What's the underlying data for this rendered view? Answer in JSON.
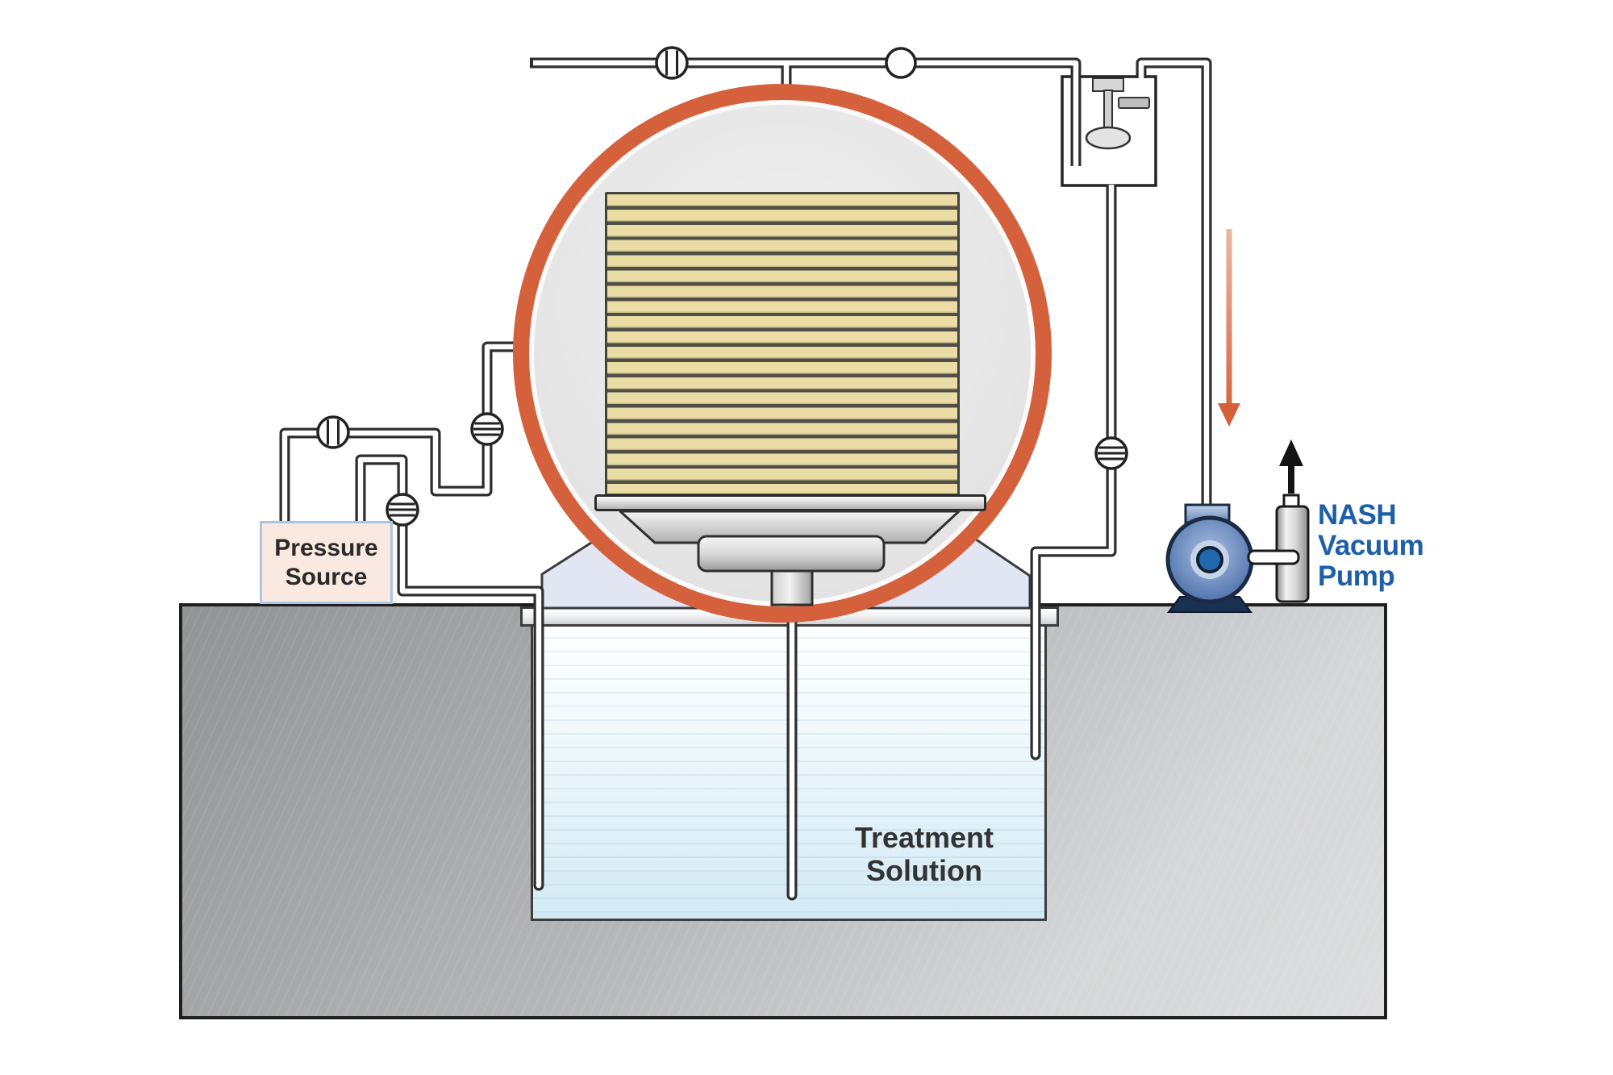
{
  "title": "Vacuum-pressure wood treatment system with NASH vacuum pump",
  "labels": {
    "pressure_source": {
      "line1": "Pressure",
      "line2": "Source"
    },
    "treatment_solution": {
      "line1": "Treatment",
      "line2": "Solution"
    },
    "nash_pump": {
      "line1": "NASH",
      "line2": "Vacuum",
      "line3": "Pump"
    }
  },
  "colors": {
    "chamber_ring_orange": "#d4613c",
    "pump_body_blue": "#5a7cb2",
    "pump_hub_blue": "#2268b0",
    "nash_label_blue": "#1e5fa9",
    "hood_lavender": "#e2e6f3",
    "wood_slat_tan": "#e9dca4",
    "solution_light_blue": "#d3eaf4",
    "pressure_box_fill": "#fae9e0",
    "pressure_box_border": "#a9c6e2",
    "ground_gray": "#b4b5b6",
    "down_arrow_red": "#d4603a",
    "up_arrow_black": "#141414",
    "pipe_outline": "#2e2e2e"
  },
  "components": {
    "wood_stack_slat_count": 20,
    "valve_count": 6,
    "icons": [
      "ball-valve-vertical-stripe-icon",
      "ball-valve-horizontal-stripe-icon",
      "plain-valve-icon",
      "float-chamber-icon",
      "vacuum-pump-icon",
      "silencer-icon",
      "flow-down-arrow-icon",
      "exhaust-up-arrow-icon"
    ]
  }
}
